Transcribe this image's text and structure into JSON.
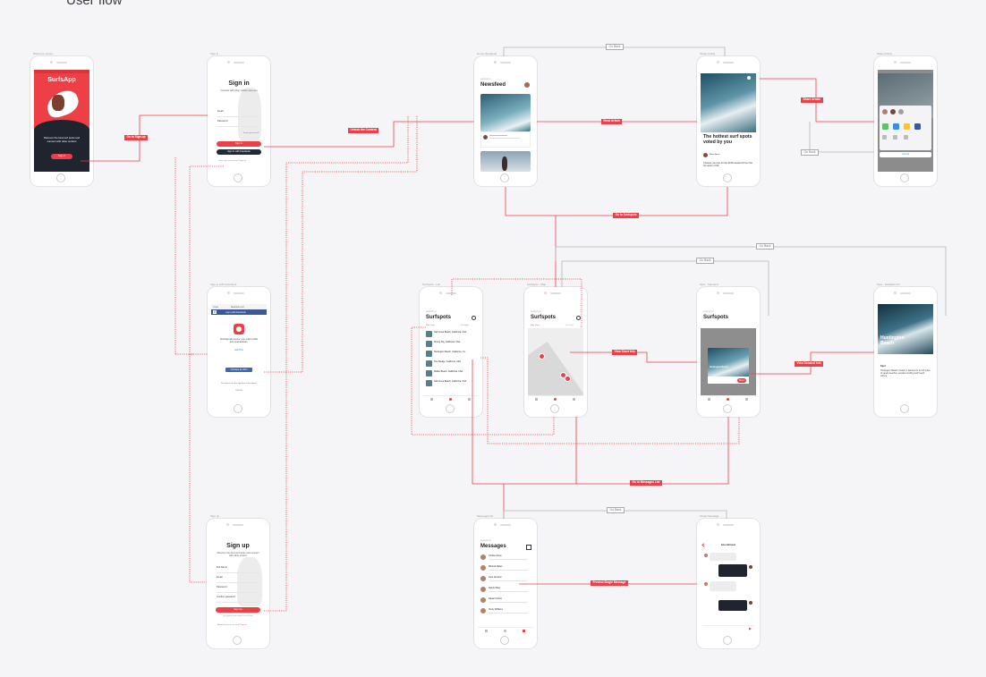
{
  "diagram": {
    "title": "User flow",
    "screen_labels": {
      "welcome": "Welcome screen",
      "signin": "Sign in",
      "fb": "Sign in with Facebook",
      "signup": "Sign up",
      "newsfeed": "Home Newsfeed",
      "article": "Single Article",
      "share": "Share Article",
      "list": "Surfspots - List",
      "map": "Surfspots - Map",
      "mapsel": "Spot - Selected",
      "detail": "Spot - Detailed info",
      "messages": "Messages list",
      "single": "Single Message"
    },
    "edge_labels": {
      "go_signup": "Go to Sign-up",
      "unlock": "Unlock the Content",
      "read_article": "Read Article",
      "share_article": "Share Article",
      "go_back": "Go Back",
      "go_surfspots": "Go to Surfspots",
      "view_short": "View Short Info",
      "view_detailed": "View Detailed Info",
      "go_messages": "Go to Messages List",
      "preview_single": "Preview Single Message"
    }
  },
  "screens": {
    "welcome": {
      "app_name": "SurfsApp",
      "tagline": "Discover the best surf spots and connect with other surfers!",
      "button": "Sign in"
    },
    "signin": {
      "title": "Sign in",
      "subtitle": "Connect with other surfers near you",
      "email_label": "Email",
      "password_label": "Password",
      "forgot": "Forgot password?",
      "signin_btn": "Sign in",
      "fb_btn": "Sign in with Facebook",
      "no_account": "Don't have an account?",
      "signup_link": "Sign up"
    },
    "fb": {
      "close": "Close",
      "url": "facebook.com",
      "header": "Log in with Facebook",
      "body": "SurfsApp will receive: your public profile and email address.",
      "edit": "Edit This",
      "continue_btn": "Continue as John",
      "footer": "This doesn't let the app post to Facebook.",
      "cancel": "Cancel"
    },
    "signup": {
      "title": "Sign up",
      "subtitle": "Discover the best surf spots and connect with other surfers",
      "name_label": "Full Name",
      "email_label": "Email",
      "password_label": "Password",
      "confirm_label": "Confirm password",
      "signup_btn": "Sign Up",
      "terms": "By signing up you agree to our Terms",
      "have_account": "Already have an account?",
      "signin_link": "Sign in"
    },
    "newsfeed": {
      "eyebrow": "SURFSPOT",
      "title": "Newsfeed"
    },
    "article": {
      "title": "The hottest surf spots voted by you",
      "author": "Alena Arner",
      "body": "Choose your trip for the 2018 weekend from the top spots of the"
    },
    "share": {
      "cancel": "Cancel"
    },
    "list": {
      "eyebrow": "SURFSPOT",
      "title": "Surfspots",
      "filter1": "Map View",
      "filter2": "List View",
      "items": [
        {
          "name": "Salt Creek Beach, California, USA"
        },
        {
          "name": "Strong Sity, California, USA"
        },
        {
          "name": "Huntington Beach, California, Us..."
        },
        {
          "name": "The Wedge, California, USA"
        },
        {
          "name": "Malibu Beach, California, USA"
        },
        {
          "name": "Salt Creek Beach, California, USA"
        }
      ]
    },
    "map": {
      "eyebrow": "SURFSPOT",
      "title": "Surfspots",
      "filter1": "Map View",
      "filter2": "List View"
    },
    "mapsel": {
      "eyebrow": "SURFSPOT",
      "title": "Surfspots",
      "card_title": "Huntington Beach",
      "card_btn": "More"
    },
    "detail": {
      "title": "Huntington Beach",
      "section": "Spot",
      "body": "Huntington Beach's beach is famous for its 8.5 miles of sandy beaches, excellent surfing and beach culture."
    },
    "messages": {
      "eyebrow": "SURFSPOT",
      "title": "Messages",
      "items": [
        {
          "name": "Christa Jones"
        },
        {
          "name": "Mitchell Mabel"
        },
        {
          "name": "Jane Jamison"
        },
        {
          "name": "Sandy Wiley"
        },
        {
          "name": "Daniel Forbes"
        },
        {
          "name": "Henry Williams"
        }
      ]
    },
    "single": {
      "name": "Ana Johnson"
    }
  }
}
